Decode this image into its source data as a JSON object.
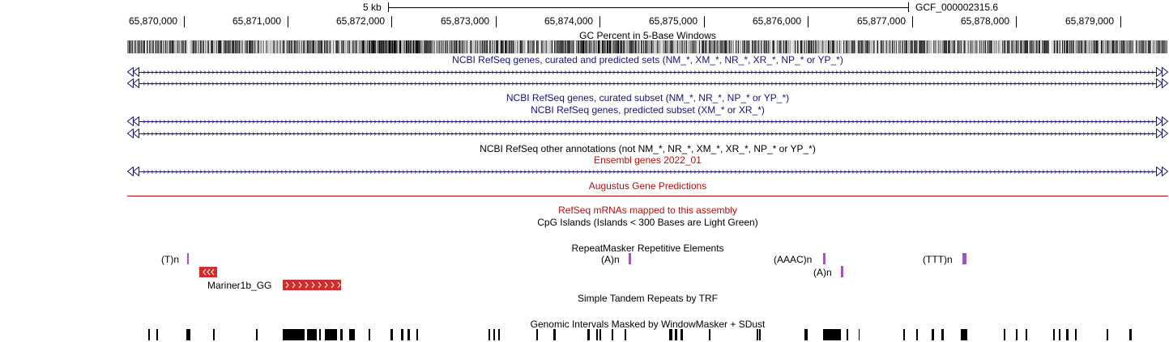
{
  "scale_bar": {
    "label": "5 kb",
    "assembly": "GCF_000002315.6"
  },
  "ruler": {
    "ticks": [
      "65,870,000",
      "65,871,000",
      "65,872,000",
      "65,873,000",
      "65,874,000",
      "65,875,000",
      "65,876,000",
      "65,877,000",
      "65,878,000",
      "65,879,000"
    ]
  },
  "tracks": {
    "gc_percent": {
      "label": "GC Percent in 5-Base Windows"
    },
    "refseq_all": {
      "label": "NCBI RefSeq genes, curated and predicted sets (NM_*, XM_*, NR_*, XR_*, NP_* or YP_*)"
    },
    "refseq_curated": {
      "label": "NCBI RefSeq genes, curated subset (NM_*, NR_*, NP_* or YP_*)"
    },
    "refseq_predicted": {
      "label": "NCBI RefSeq genes, predicted subset (XM_* or XR_*)"
    },
    "refseq_other": {
      "label": "NCBI RefSeq other annotations (not NM_*, NR_*, XM_*, XR_*, NP_* or YP_*)"
    },
    "ensembl": {
      "label": "Ensembl genes 2022_01"
    },
    "augustus": {
      "label": "Augustus Gene Predictions"
    },
    "refseq_mrna": {
      "label": "RefSeq mRNAs mapped to this assembly"
    },
    "cpg": {
      "label": "CpG Islands (Islands < 300 Bases are Light Green)"
    },
    "repeatmasker": {
      "label": "RepeatMasker Repetitive Elements",
      "items": [
        "(T)n",
        "(A)n",
        "(AAAC)n",
        "(A)n",
        "(TTT)n",
        "Mariner1b_GG"
      ]
    },
    "trf": {
      "label": "Simple Tandem Repeats by TRF"
    },
    "windowmasker": {
      "label": "Genomic Intervals Masked by WindowMasker + SDust"
    }
  },
  "colors": {
    "navy": "#14147a",
    "red": "#b80d0d",
    "repeat_purple": "#9b59b6",
    "mariner_red": "#d22b2b"
  }
}
